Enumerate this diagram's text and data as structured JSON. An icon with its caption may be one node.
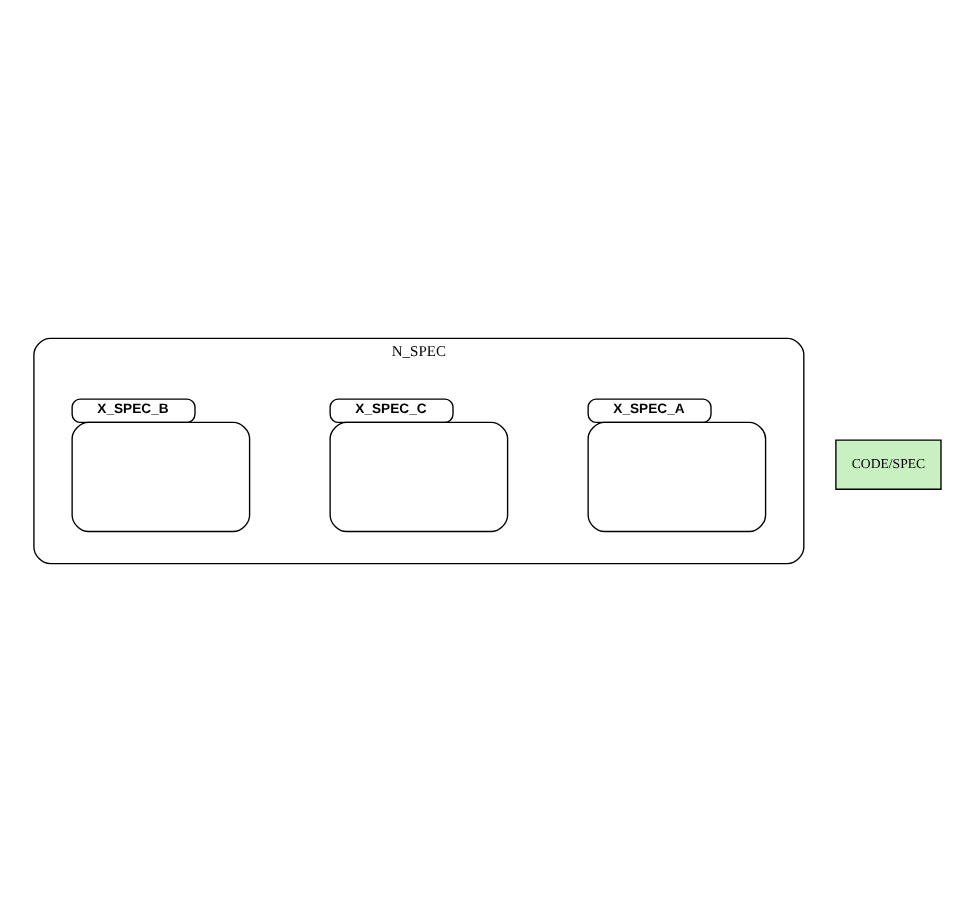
{
  "diagram": {
    "nodes": [
      {
        "text": [
          "N_SPEC"
        ]
      },
      {
        "text": [
          "CODE/SPEC"
        ]
      },
      {
        "text": [
          "X_SPEC_A"
        ],
        "in": 0
      },
      {
        "text": [
          "X_SPEC_C"
        ],
        "in": 0
      },
      {
        "text": [
          "X_SPEC_B"
        ],
        "in": 0
      }
    ],
    "edges": []
  }
}
